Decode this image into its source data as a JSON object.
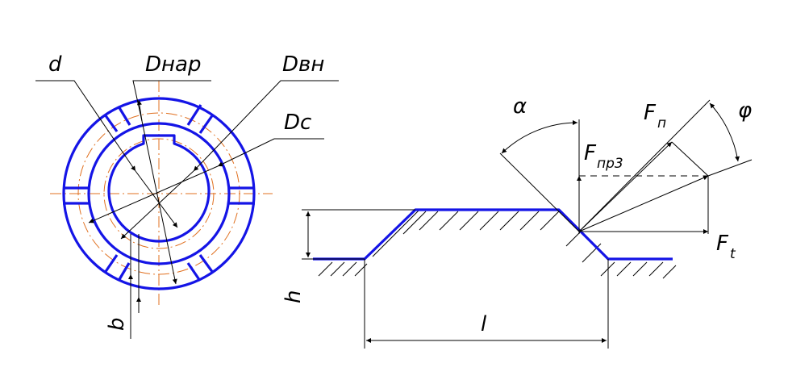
{
  "labels": {
    "d": "d",
    "d_nar": "Dнар",
    "d_vn": "Dвн",
    "d_c": "Dс",
    "b": "b",
    "h": "h",
    "l": "l",
    "alpha": "α",
    "phi": "φ",
    "f_n": "F",
    "f_n_sub": "п",
    "f_pr": "F",
    "f_pr_sub": "пр3",
    "f_t": "F",
    "f_t_sub": "t"
  },
  "colors": {
    "outline": "#1414e6",
    "axis": "#e07020",
    "dimension": "#000000"
  }
}
